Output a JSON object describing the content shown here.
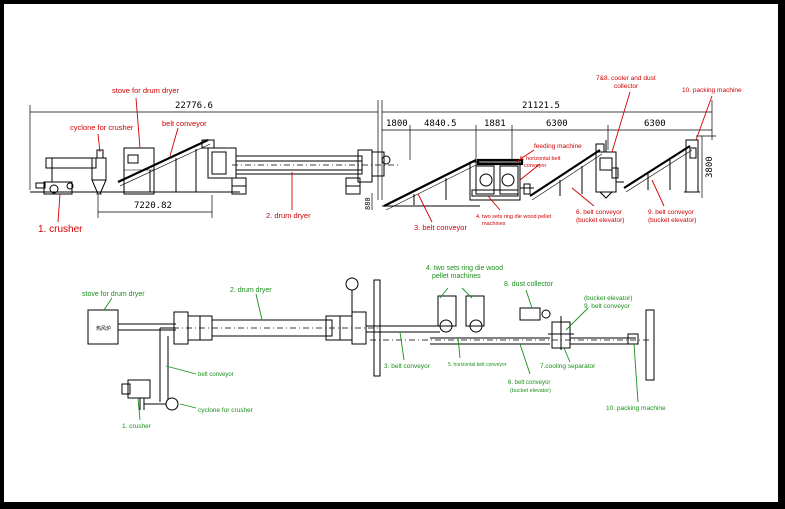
{
  "colors": {
    "background": "#000000",
    "sheet": "#ffffff",
    "red_label": "#d00000",
    "green_label": "#1a8f1a",
    "line": "#000000"
  },
  "dimensions": {
    "left_total": "22776.6",
    "right_total": "21121.5",
    "seg1": "1800",
    "seg2": "4840.5",
    "seg3": "1881",
    "seg4": "6300",
    "seg5": "6300",
    "lower_left": "7220.82",
    "height_right": "3800",
    "height_small": "880"
  },
  "elevation_labels": {
    "crusher": "1. crusher",
    "stove": "stove for drum dryer",
    "cyclone": "cyclone for crusher",
    "belt_conveyor": "belt conveyor",
    "drum_dryer": "2. drum dryer",
    "belt_conveyor_3": "3. belt conveyor",
    "feeding_machine": "feeding machine",
    "horizontal_belt_line1": "5. horizontal belt",
    "horizontal_belt_line2": "conveyor",
    "pellet_line1": "4. two sets ring die wood pellet",
    "pellet_line2": "machines",
    "belt6_line1": "6. belt conveyor",
    "belt6_line2": "(bucket elevator)",
    "belt9_line1": "9. belt conveyor",
    "belt9_line2": "(bucket elevator)",
    "cooler_line1": "7&8. cooler and dust",
    "cooler_line2": "collector",
    "packing": "10. packing machine"
  },
  "plan_labels": {
    "stove": "stove for drum dryer",
    "stove_box": "热风炉",
    "drum_dryer": "2. drum dryer",
    "pellet_line1": "4. two sets ring die wood",
    "pellet_line2": "pellet machines",
    "dust_collector": "8. dust collector",
    "bucket_elevator": "(bucket elevator)",
    "belt9": "9. belt conveyor",
    "belt_conveyor": "belt conveyor",
    "belt3": "3. belt conveyor",
    "horizontal": "5. horizontal belt conveyor",
    "cooling": "7.cooling separator",
    "belt6_line1": "6. belt conveyor",
    "belt6_line2": "(bucket elevator)",
    "cyclone": "cyclone for crusher",
    "crusher": "1. crusher",
    "packing": "10. packing machine"
  }
}
